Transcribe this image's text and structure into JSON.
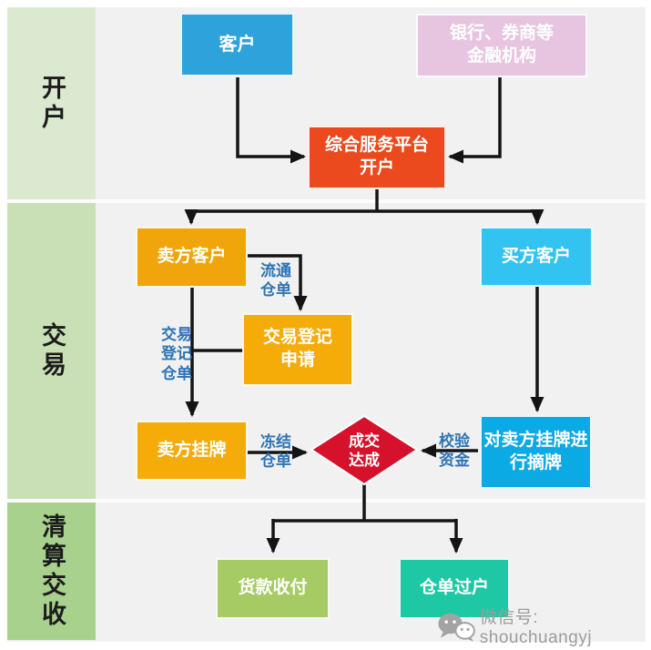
{
  "canvas": {
    "background": "#f1f1f1"
  },
  "sidebar": {
    "sections": [
      {
        "label": "开户",
        "color": "#dbe9d0"
      },
      {
        "label": "交易",
        "color": "#c9e0b7"
      },
      {
        "label": "清算交收",
        "color": "#a9d18e"
      }
    ]
  },
  "nodes": {
    "customer": {
      "label": "客户",
      "color": "#2ea3db"
    },
    "bank": {
      "label": "银行、券商等\n金融机构",
      "color": "#e7c5e0"
    },
    "platform": {
      "label": "综合服务平台\n开户",
      "color": "#ea4a1d"
    },
    "seller": {
      "label": "卖方客户",
      "color": "#f0a50a"
    },
    "buyer": {
      "label": "买方客户",
      "color": "#33c3f0"
    },
    "registration": {
      "label": "交易登记\n申请",
      "color": "#f5ab08"
    },
    "listing": {
      "label": "卖方挂牌",
      "color": "#f5ab08"
    },
    "deal": {
      "label": "成交\n达成",
      "color": "#d6112b"
    },
    "delisting": {
      "label": "对卖方挂牌进\n行摘牌",
      "color": "#0caae4"
    },
    "payment": {
      "label": "货款收付",
      "color": "#a6cb64"
    },
    "transfer": {
      "label": "仓单过户",
      "color": "#1fc8a5"
    }
  },
  "edge_labels": {
    "circulating_receipt": "流通\n仓单",
    "registration_receipt": "交易\n登记\n仓单",
    "freeze_receipt": "冻结\n仓单",
    "verify_funds": "校验\n资金"
  },
  "watermark": {
    "wechat_label": "微信号: shouchuangyj"
  }
}
